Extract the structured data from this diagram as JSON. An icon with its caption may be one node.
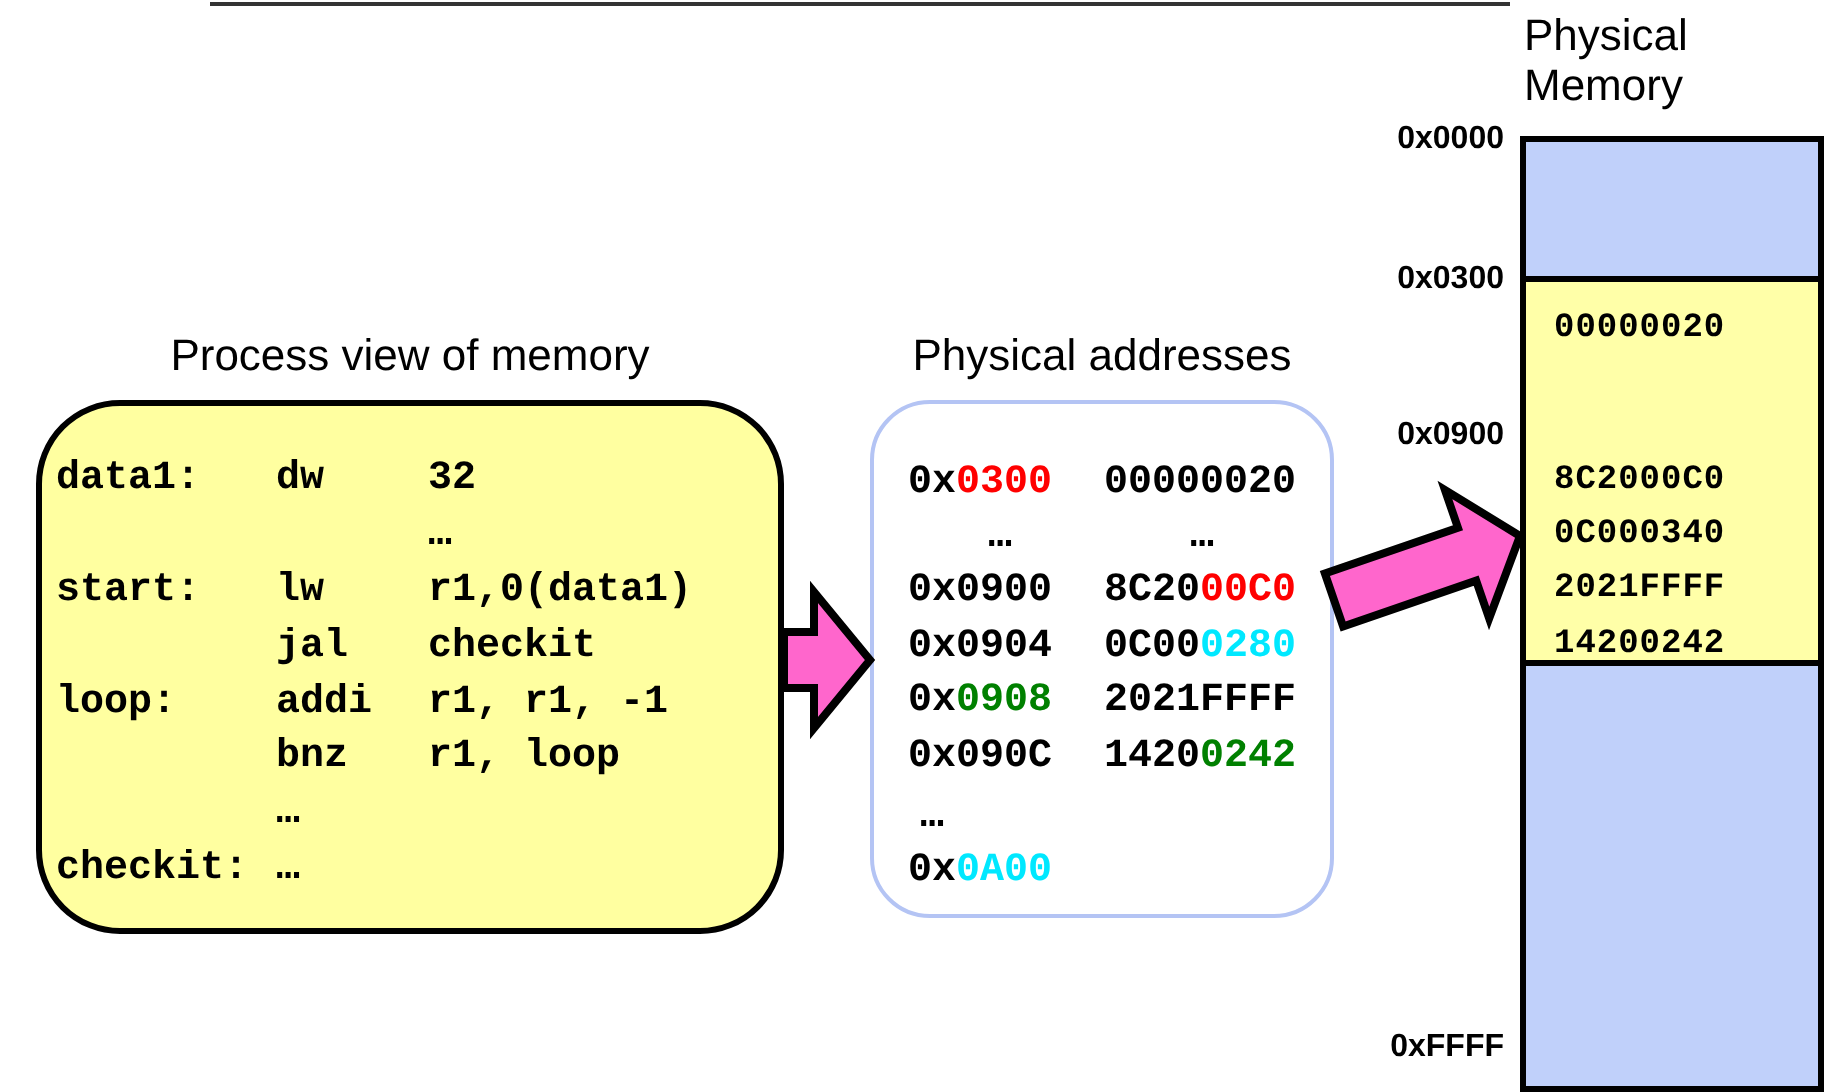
{
  "diagram": {
    "nodes": [
      {
        "text": [
          "Process view of memory",
          "data1:",
          "dw",
          "32",
          "…",
          "start:",
          "lw",
          "r1,0(data1)",
          "jal",
          "checkit",
          "loop:",
          "addi",
          "r1, r1, -1",
          "bnz",
          "r1, loop",
          "…",
          "checkit:",
          "…"
        ]
      },
      {
        "text": [
          "Physical addresses",
          "0x0300",
          "00000020",
          "…",
          "…",
          "0x0900",
          "8C2000C0",
          "0x0904",
          "0C000280",
          "0x0908",
          "2021FFFF",
          "0x090C",
          "14200242",
          "…",
          "0x0A00"
        ]
      },
      {
        "text": [
          "Physical Memory"
        ]
      },
      {
        "text": [],
        "shape": "box",
        "in": 2
      },
      {
        "text": [
          "00000020",
          "8C2000C0",
          "0C000340",
          "2021FFFF",
          "14200242"
        ],
        "in": 2
      },
      {
        "text": [],
        "shape": "box",
        "in": 2
      }
    ],
    "edges": [
      {
        "from": 0,
        "to": 1,
        "arrow": "to",
        "style": "thick"
      },
      {
        "from": 1,
        "to": 4,
        "arrow": "to",
        "style": "thick"
      }
    ],
    "labels": [
      "0x0000",
      "0x0300",
      "0x0900",
      "0xFFFF"
    ]
  }
}
